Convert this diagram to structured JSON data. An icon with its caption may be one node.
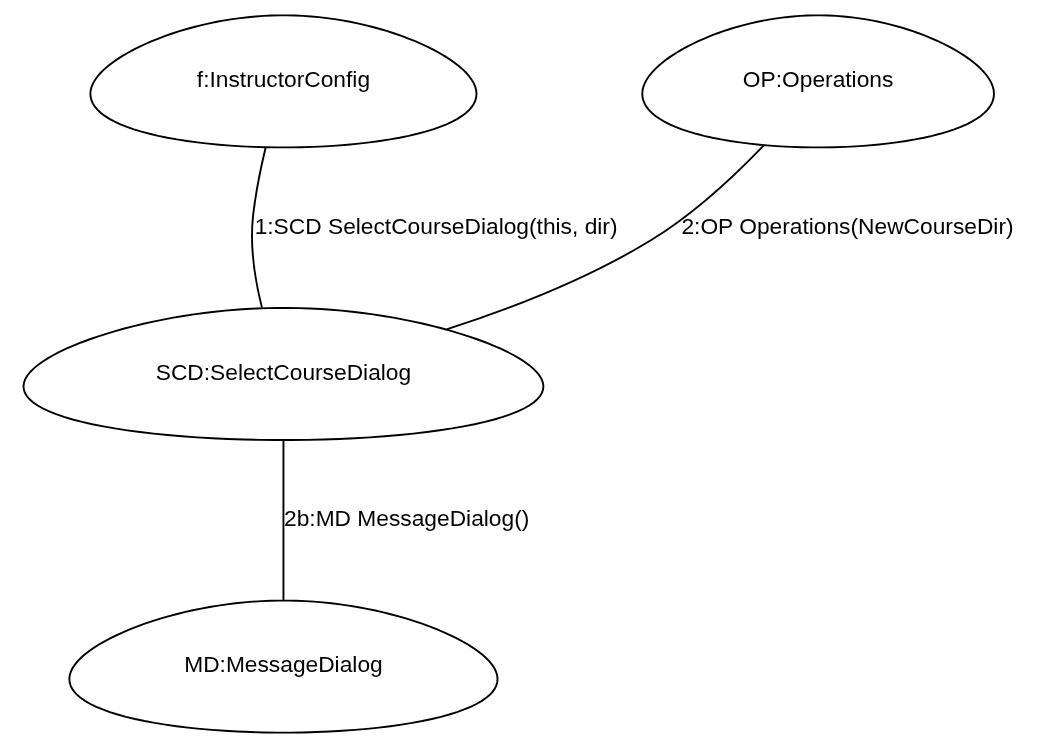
{
  "diagram": {
    "nodes": [
      {
        "text": [
          "f:InstructorConfig"
        ]
      },
      {
        "text": [
          "OP:Operations"
        ]
      },
      {
        "text": [
          "SCD:SelectCourseDialog"
        ]
      },
      {
        "text": [
          "MD:MessageDialog"
        ]
      }
    ],
    "edges": [
      {
        "from": 0,
        "to": 2,
        "arrow": "none",
        "label": "1:SCD SelectCourseDialog(this, dir)"
      },
      {
        "from": 2,
        "to": 1,
        "arrow": "none",
        "label": "2:OP Operations(NewCourseDir)"
      },
      {
        "from": 2,
        "to": 3,
        "arrow": "none",
        "label": "2b:MD MessageDialog()"
      }
    ]
  }
}
